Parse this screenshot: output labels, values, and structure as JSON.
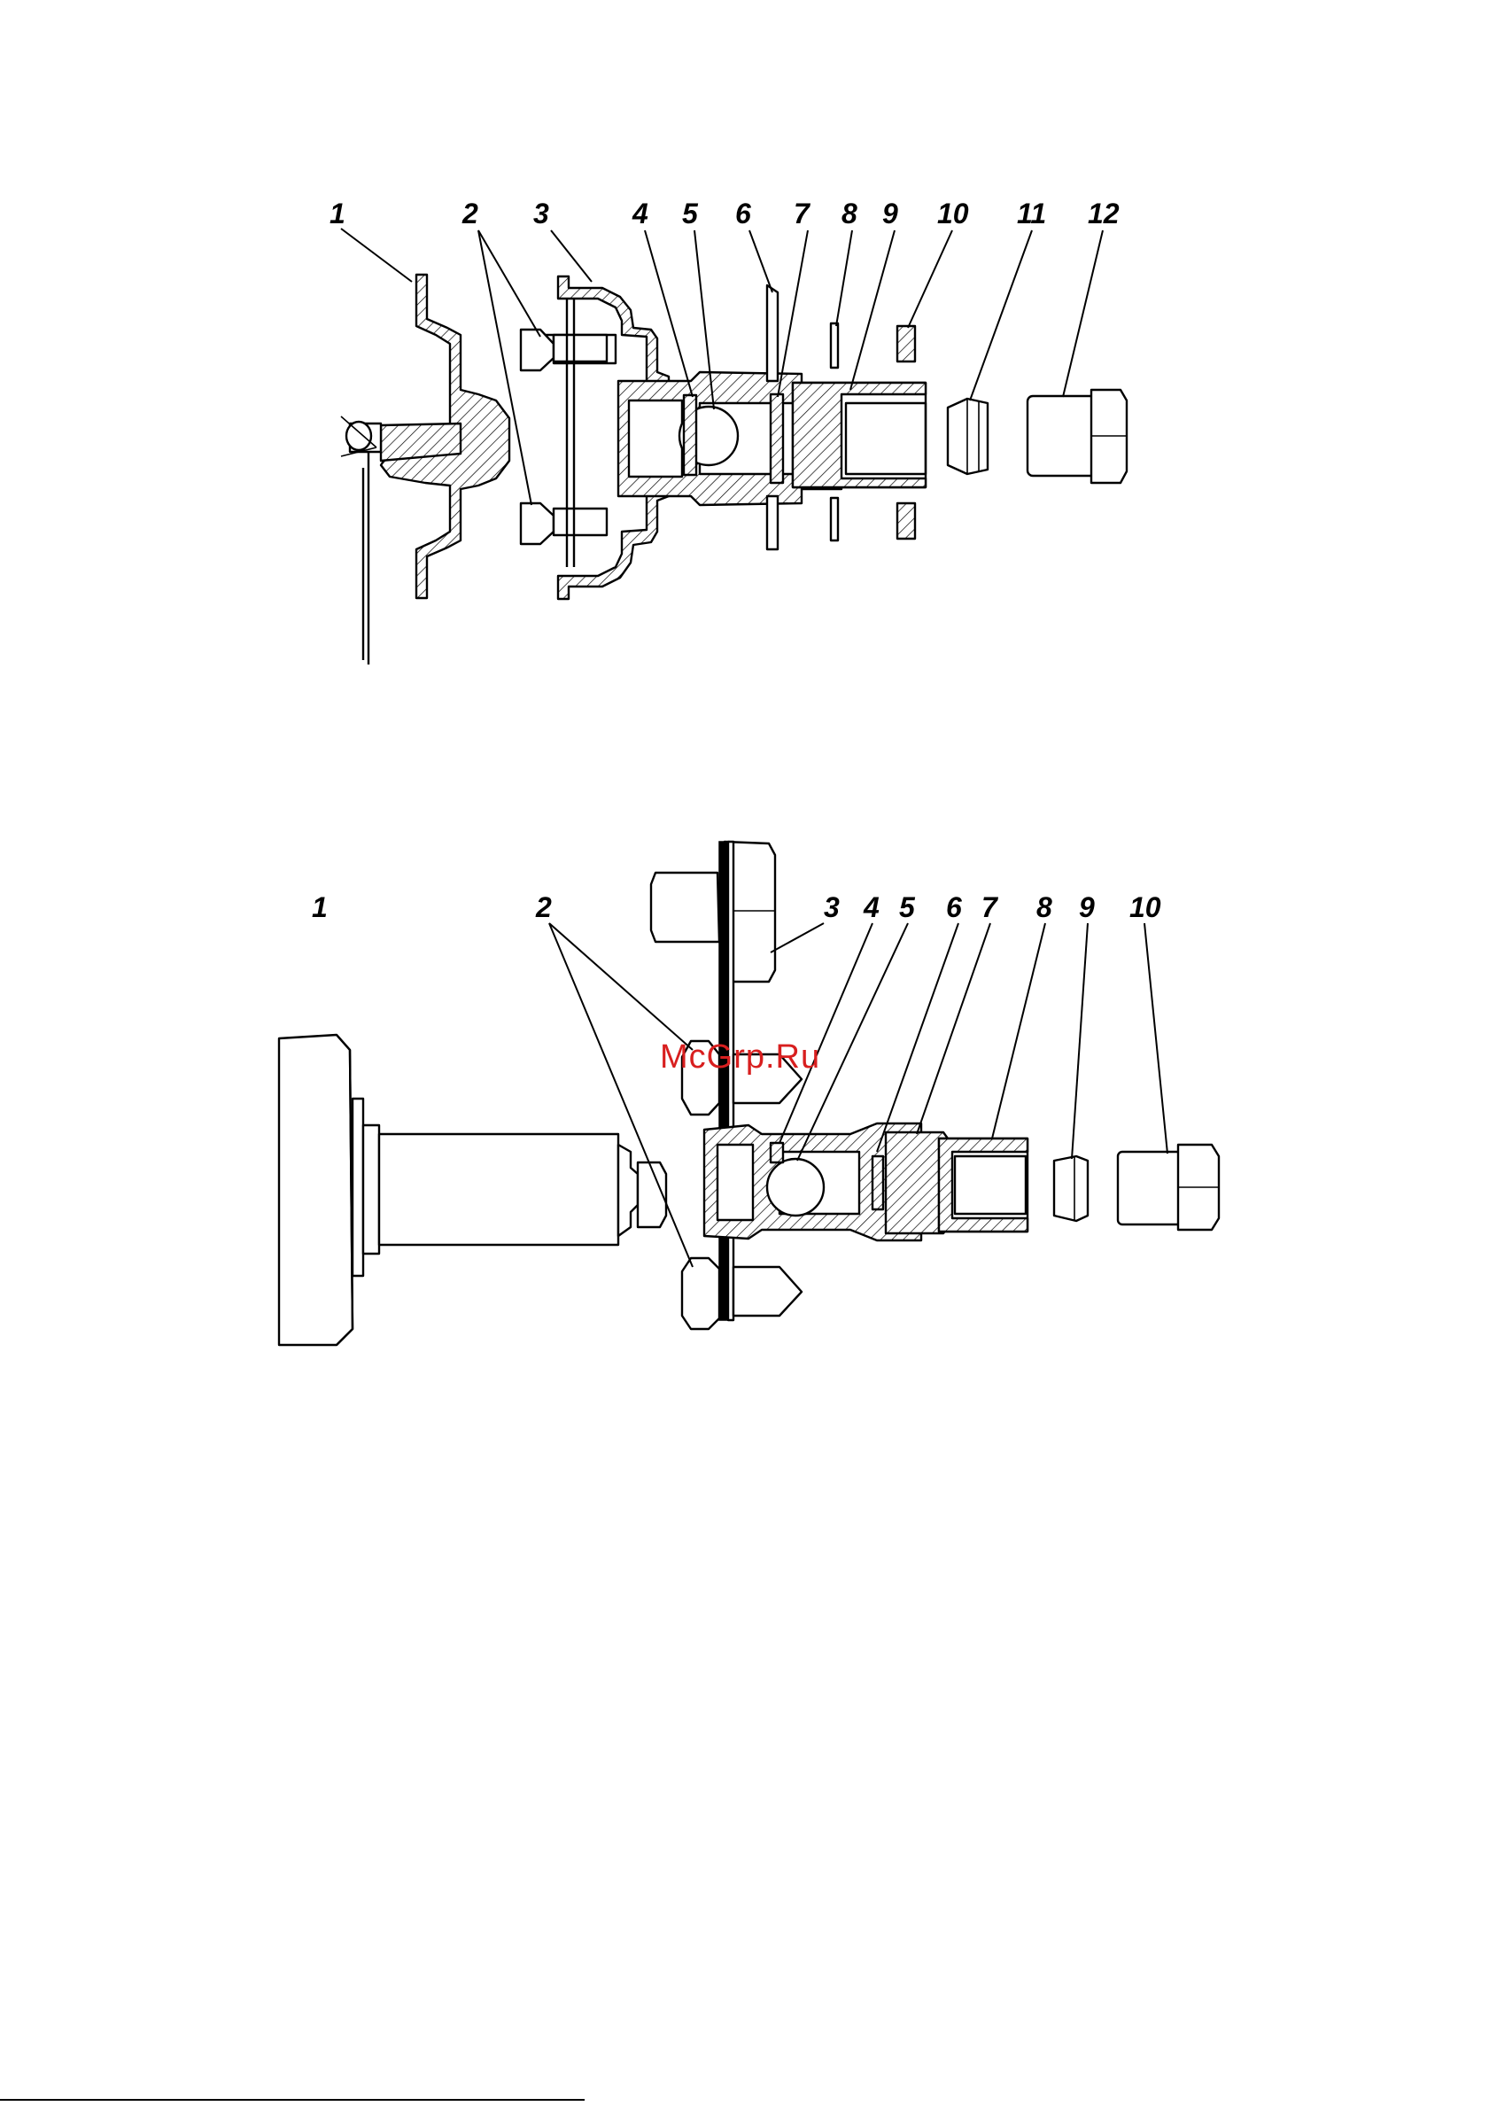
{
  "watermark": "McGrp.Ru",
  "figure_top": {
    "callouts": [
      "1",
      "2",
      "3",
      "4",
      "5",
      "6",
      "7",
      "8",
      "9",
      "10",
      "11",
      "12"
    ]
  },
  "figure_bottom": {
    "callouts": [
      "1",
      "2",
      "3",
      "4",
      "5",
      "6",
      "7",
      "8",
      "9",
      "10"
    ]
  }
}
